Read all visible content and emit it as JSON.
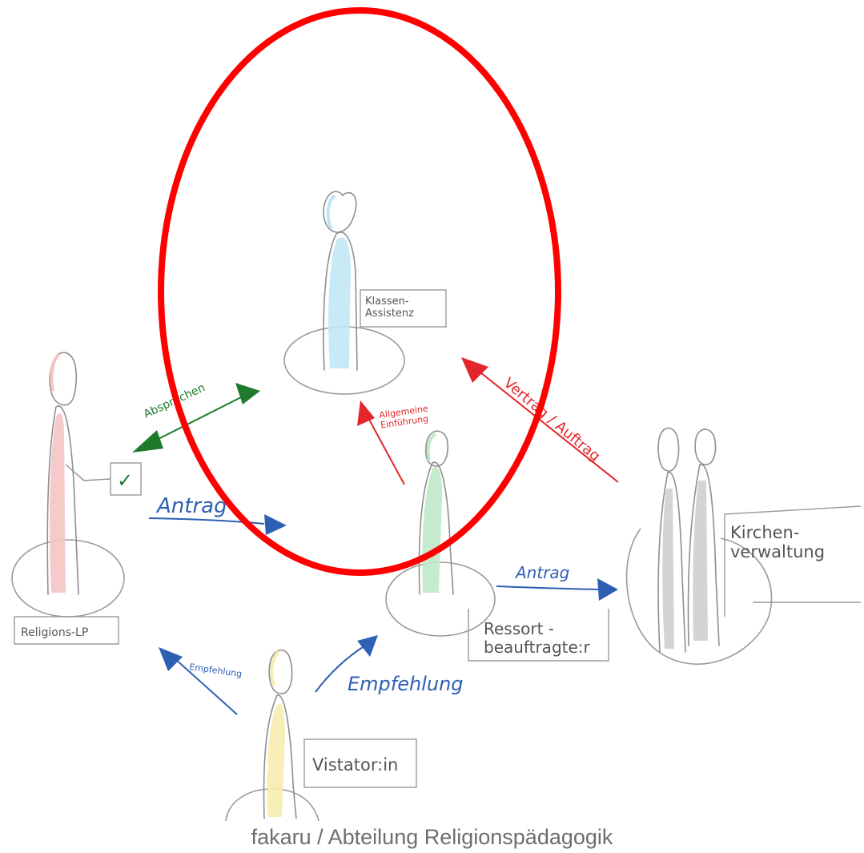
{
  "figures": {
    "klassen_assistenz": {
      "label": "Klassen-\nAssistenz",
      "color": "#bde6f5"
    },
    "religions_lp": {
      "label": "Religions-LP",
      "color": "#f6c4c4"
    },
    "ressort_beauftragte": {
      "label": "Ressort -\nbeauftragte:r",
      "color": "#bfe8c6"
    },
    "kirchenverwaltung": {
      "label": "Kirchen-\nverwaltung",
      "color": "#cfcfcf"
    },
    "visitator": {
      "label": "Vistator:in",
      "color": "#f7ecb0"
    }
  },
  "arrows": {
    "absprechen": {
      "label": "Absprechen",
      "color": "#1f7a2e"
    },
    "antrag_left": {
      "label": "Antrag",
      "color": "#2d5fb3"
    },
    "allgemeine": {
      "label": "Allgemeine\nEinführung",
      "color": "#e3262b"
    },
    "vertrag": {
      "label": "Vertrag / Auftrag",
      "color": "#e3262b"
    },
    "antrag_right": {
      "label": "Antrag",
      "color": "#2d5fb3"
    },
    "empfehlung_small": {
      "label": "Empfehlung",
      "color": "#2d5fb3"
    },
    "empfehlung_big": {
      "label": "Empfehlung",
      "color": "#2d5fb3"
    }
  },
  "checkmark": "✓",
  "highlight_color": "#ff0000",
  "credit": "fakaru / Abteilung Religionspädagogik"
}
